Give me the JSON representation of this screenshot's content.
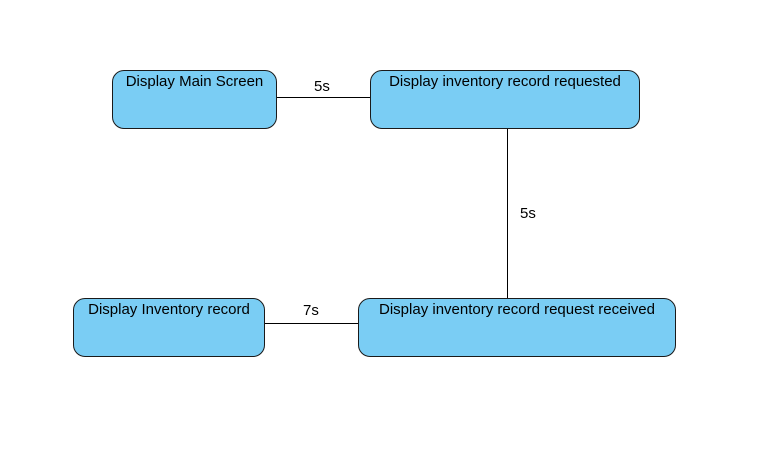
{
  "diagram": {
    "nodes": {
      "main_screen": "Display Main Screen",
      "record_requested": "Display inventory record requested",
      "request_received": "Display inventory record request received",
      "inventory_record": "Display Inventory record"
    },
    "edges": {
      "main_to_requested": "5s",
      "requested_to_received": "5s",
      "received_to_record": "7s"
    },
    "colors": {
      "node_fill": "#7acdf4",
      "node_border": "#1a1a1a",
      "edge": "#000000"
    }
  }
}
